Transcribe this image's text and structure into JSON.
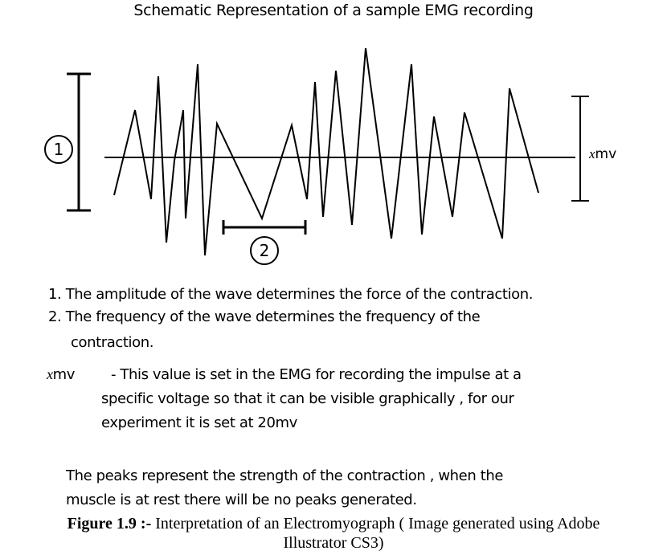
{
  "title": "Schematic Representation of a sample EMG recording",
  "diagram": {
    "marker_1": "1",
    "marker_2": "2",
    "voltage_label_var": "x",
    "voltage_label_unit": "mv",
    "colors": {
      "stroke": "#000000",
      "background": "#ffffff"
    }
  },
  "notes": {
    "item_1": "1. The amplitude of the wave determines the force of the contraction.",
    "item_2": "2. The frequency of the wave determines the frequency of the",
    "item_2_cont": "contraction.",
    "xmv_var": "x",
    "xmv_unit": "mv",
    "xmv_line_1": "- This value is set in the EMG for recording the impulse at a",
    "xmv_line_2": "specific voltage so that it can be visible graphically , for our",
    "xmv_line_3": "experiment it is set at 20mv",
    "peaks_line_1": "The peaks represent the strength of the contraction , when the",
    "peaks_line_2": "muscle is at rest there will be no peaks generated."
  },
  "caption": {
    "label": "Figure 1.9 :-",
    "text_line_1": " Interpretation of an Electromyograph ( Image generated using Adobe",
    "text_line_2": "Illustrator CS3)"
  }
}
